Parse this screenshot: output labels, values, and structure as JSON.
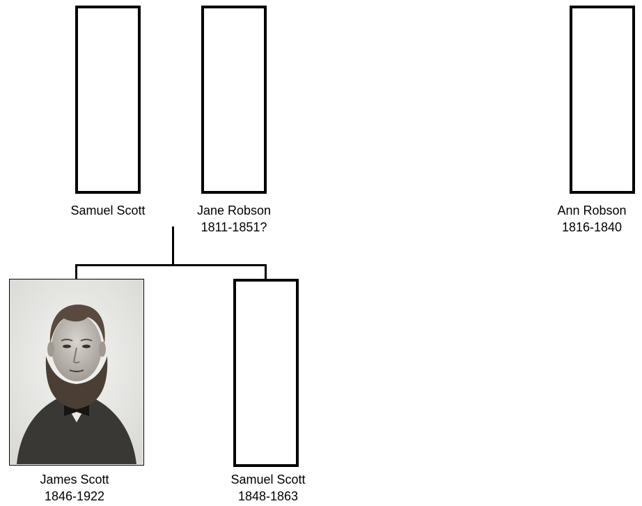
{
  "people": {
    "samuel_scott_sr": {
      "name": "Samuel Scott",
      "dates": ""
    },
    "jane_robson": {
      "name": "Jane Robson",
      "dates": "1811-1851?"
    },
    "ann_robson": {
      "name": "Ann Robson",
      "dates": "1816-1840"
    },
    "james_scott": {
      "name": "James Scott",
      "dates": "1846-1922",
      "portrait": "sepia-portrait-of-bearded-man"
    },
    "samuel_scott_jr": {
      "name": "Samuel Scott",
      "dates": "1848-1863"
    }
  },
  "colors": {
    "line": "#000000",
    "box_fill": "#ffffff",
    "photo_background": "#f2f2f2"
  }
}
